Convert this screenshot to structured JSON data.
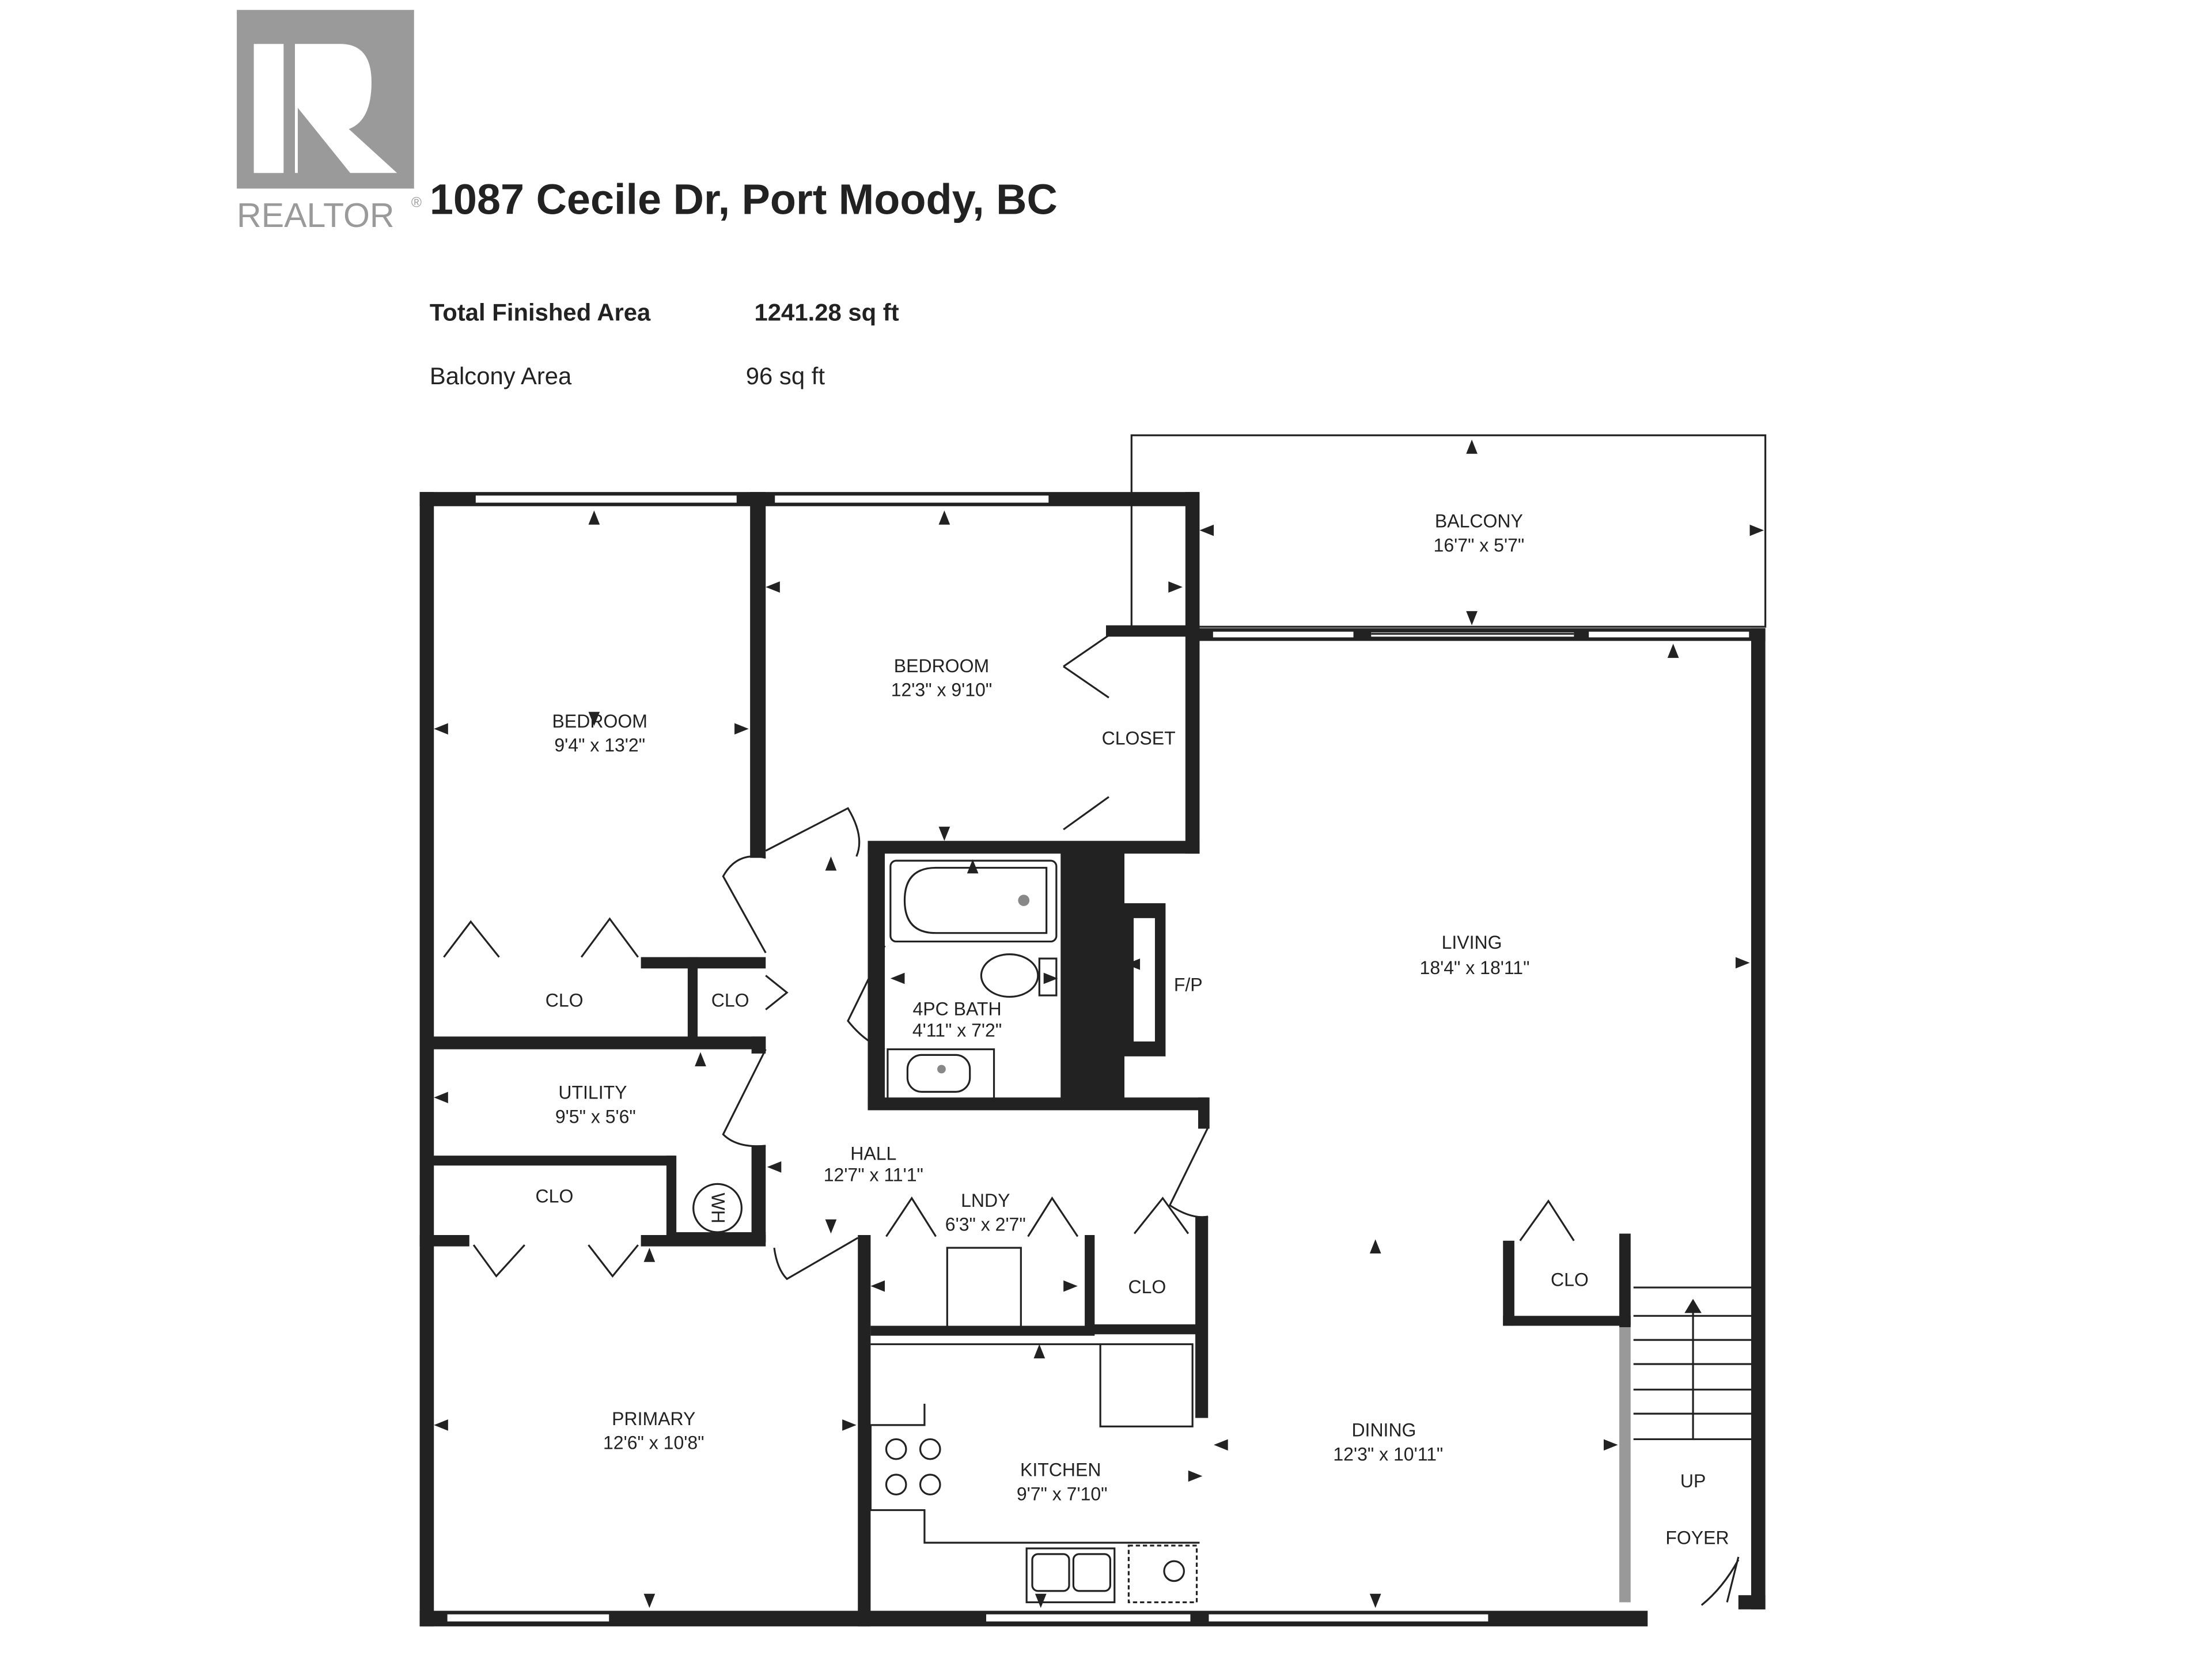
{
  "logo": {
    "text": "REALTOR",
    "mark": "R",
    "registered": "®",
    "color": "#9a9a9a"
  },
  "header": {
    "title": "1087 Cecile Dr, Port Moody, BC"
  },
  "areas": [
    {
      "label": "Total Finished Area",
      "value": "1241.28 sq ft"
    },
    {
      "label": "Balcony Area",
      "value": "96 sq ft"
    }
  ],
  "rooms": {
    "balcony": {
      "name": "BALCONY",
      "dims": "16'7\" x 5'7\""
    },
    "bedroom1": {
      "name": "BEDROOM",
      "dims": "9'4\" x 13'2\""
    },
    "bedroom2": {
      "name": "BEDROOM",
      "dims": "12'3\" x 9'10\""
    },
    "closet": {
      "name": "CLOSET"
    },
    "living": {
      "name": "LIVING",
      "dims": "18'4\" x 18'11\""
    },
    "fp": {
      "name": "F/P"
    },
    "clo1": {
      "name": "CLO"
    },
    "clo2": {
      "name": "CLO"
    },
    "bath": {
      "name": "4PC BATH",
      "dims": "4'11\" x 7'2\""
    },
    "utility": {
      "name": "UTILITY",
      "dims": "9'5\" x 5'6\""
    },
    "hall": {
      "name": "HALL",
      "dims": "12'7\" x 11'1\""
    },
    "clo3": {
      "name": "CLO"
    },
    "wh": {
      "name": "WH"
    },
    "lndy": {
      "name": "LNDY",
      "dims": "6'3\" x 2'7\""
    },
    "clo4": {
      "name": "CLO"
    },
    "clo5": {
      "name": "CLO"
    },
    "primary": {
      "name": "PRIMARY",
      "dims": "12'6\" x 10'8\""
    },
    "kitchen": {
      "name": "KITCHEN",
      "dims": "9'7\" x 7'10\""
    },
    "dining": {
      "name": "DINING",
      "dims": "12'3\" x 10'11\""
    },
    "up": {
      "name": "UP"
    },
    "foyer": {
      "name": "FOYER"
    }
  }
}
